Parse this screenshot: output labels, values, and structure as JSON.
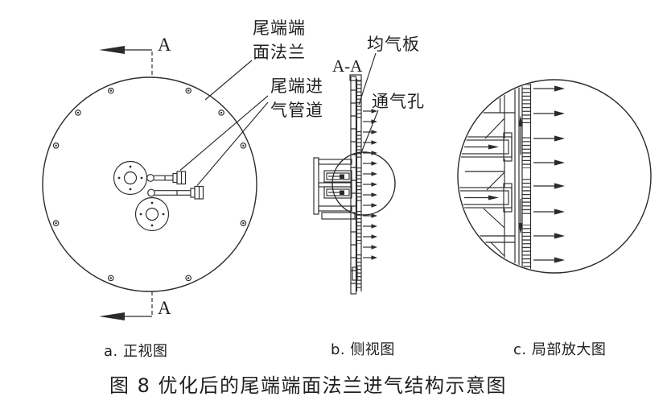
{
  "figure": {
    "caption": "图 8 优化后的尾端端面法兰进气结构示意图",
    "views": {
      "front": {
        "caption": "a. 正视图"
      },
      "side": {
        "caption": "b. 侧视图"
      },
      "detail": {
        "caption": "c. 局部放大图"
      }
    },
    "labels": {
      "section_top": "A",
      "section_bottom": "A",
      "section_view": "A-A",
      "tail_flange_line1": "尾端端",
      "tail_flange_line2": "面法兰",
      "tail_pipe_line1": "尾端进",
      "tail_pipe_line2": "气管道",
      "gas_plate": "均气板",
      "vent_hole": "通气孔"
    },
    "colors": {
      "line": "#2b2b2b",
      "text": "#1f1f1f",
      "background": "#ffffff"
    }
  }
}
